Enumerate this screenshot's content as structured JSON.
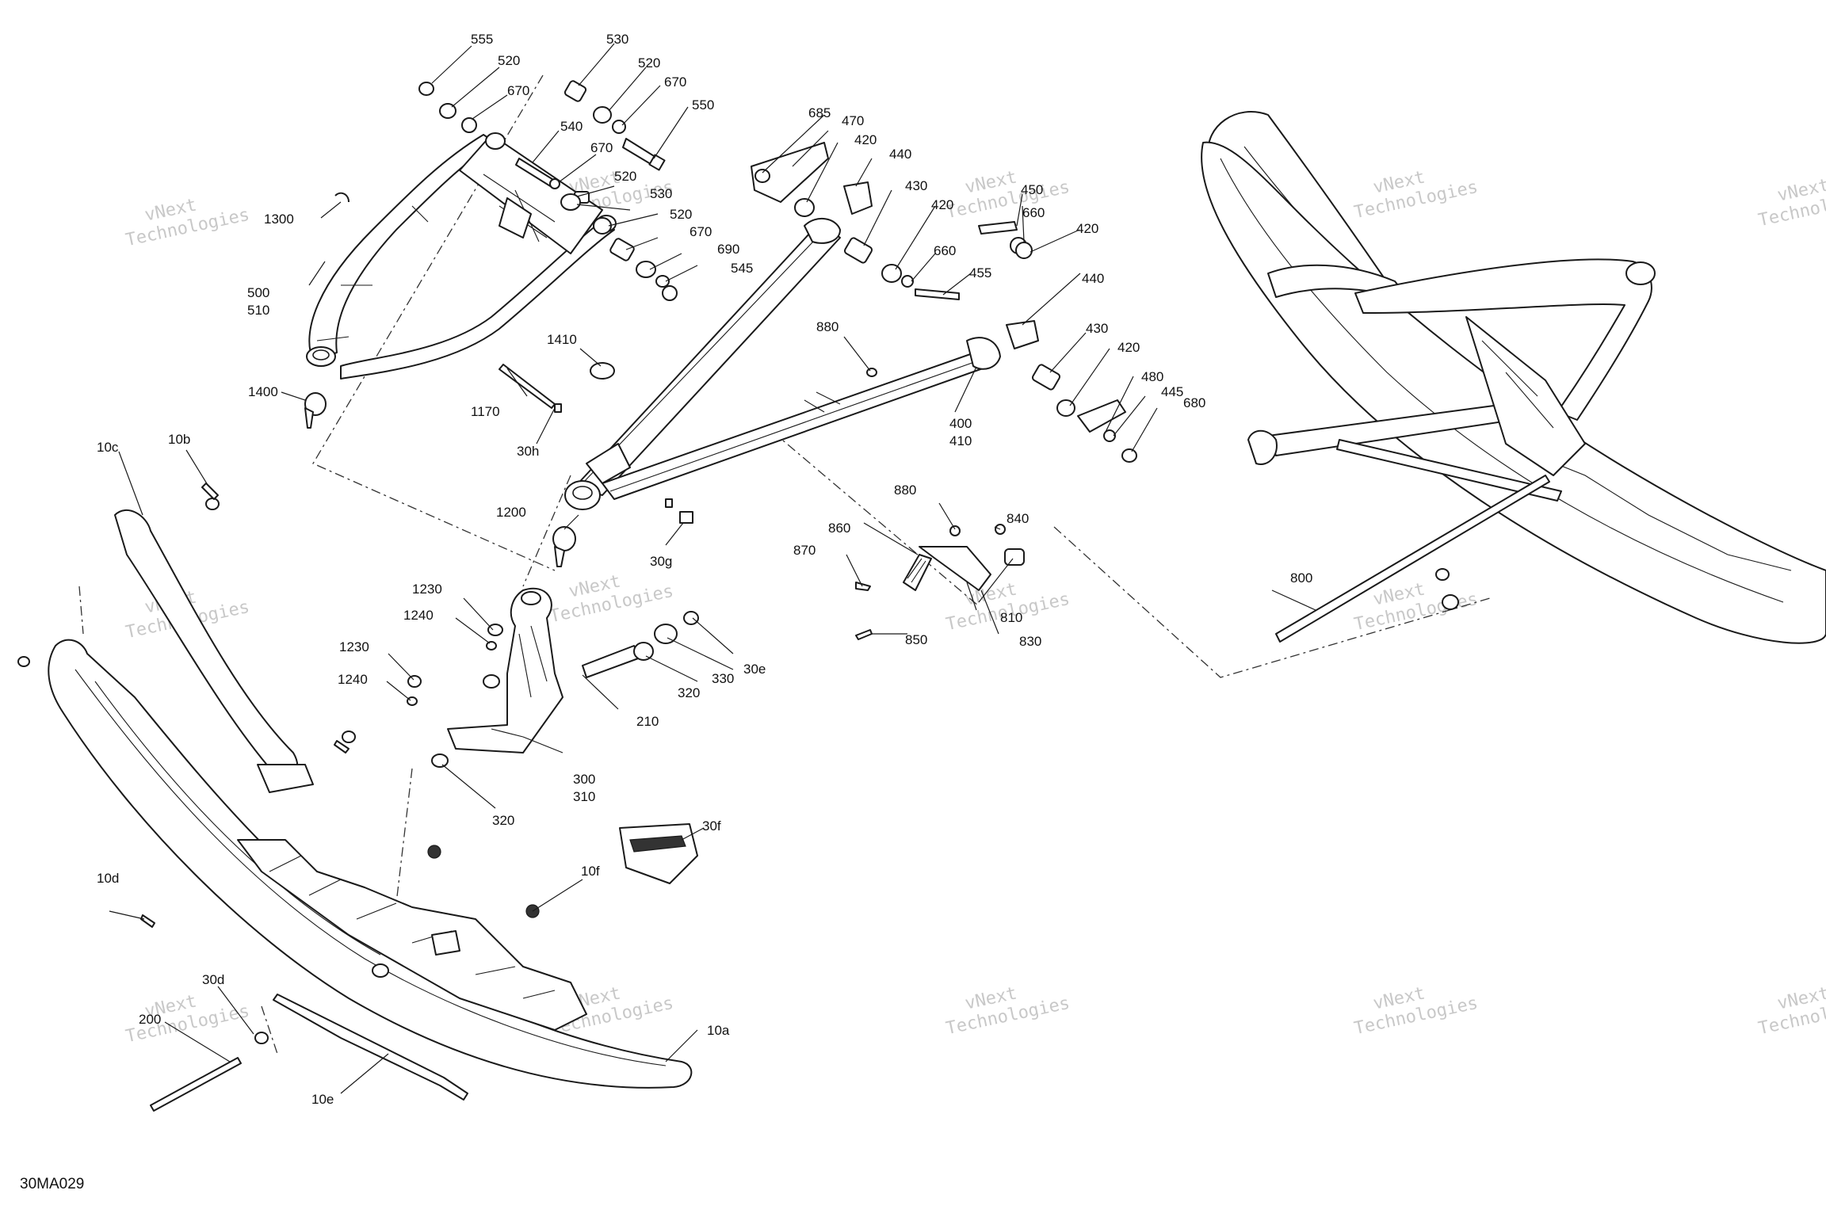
{
  "drawing": {
    "code": "30MA029",
    "watermark_line1": "vNext",
    "watermark_line2": "Technologies",
    "callouts": [
      {
        "id": "c555",
        "text": "555"
      },
      {
        "id": "c520a",
        "text": "520"
      },
      {
        "id": "c670a",
        "text": "670"
      },
      {
        "id": "c530",
        "text": "530"
      },
      {
        "id": "c520b",
        "text": "520"
      },
      {
        "id": "c670b",
        "text": "670"
      },
      {
        "id": "c550",
        "text": "550"
      },
      {
        "id": "c540",
        "text": "540"
      },
      {
        "id": "c670c",
        "text": "670"
      },
      {
        "id": "c520c",
        "text": "520"
      },
      {
        "id": "c530b",
        "text": "530"
      },
      {
        "id": "c520d",
        "text": "520"
      },
      {
        "id": "c670d",
        "text": "670"
      },
      {
        "id": "c690",
        "text": "690"
      },
      {
        "id": "c545",
        "text": "545"
      },
      {
        "id": "c1300",
        "text": "1300"
      },
      {
        "id": "c500",
        "text": "500"
      },
      {
        "id": "c510",
        "text": "510"
      },
      {
        "id": "c1400",
        "text": "1400"
      },
      {
        "id": "c685",
        "text": "685"
      },
      {
        "id": "c470",
        "text": "470"
      },
      {
        "id": "c420a",
        "text": "420"
      },
      {
        "id": "c440a",
        "text": "440"
      },
      {
        "id": "c430a",
        "text": "430"
      },
      {
        "id": "c420b",
        "text": "420"
      },
      {
        "id": "c450",
        "text": "450"
      },
      {
        "id": "c660a",
        "text": "660"
      },
      {
        "id": "c660b",
        "text": "660"
      },
      {
        "id": "c420c",
        "text": "420"
      },
      {
        "id": "c455",
        "text": "455"
      },
      {
        "id": "c440b",
        "text": "440"
      },
      {
        "id": "c430b",
        "text": "430"
      },
      {
        "id": "c420d",
        "text": "420"
      },
      {
        "id": "c480",
        "text": "480"
      },
      {
        "id": "c445",
        "text": "445"
      },
      {
        "id": "c680",
        "text": "680"
      },
      {
        "id": "c880a",
        "text": "880"
      },
      {
        "id": "c400",
        "text": "400"
      },
      {
        "id": "c410",
        "text": "410"
      },
      {
        "id": "c1410",
        "text": "1410"
      },
      {
        "id": "c1170",
        "text": "1170"
      },
      {
        "id": "c30h",
        "text": "30h"
      },
      {
        "id": "c10c",
        "text": "10c"
      },
      {
        "id": "c10b",
        "text": "10b"
      },
      {
        "id": "c1200",
        "text": "1200"
      },
      {
        "id": "c30g",
        "text": "30g"
      },
      {
        "id": "c880b",
        "text": "880"
      },
      {
        "id": "c860",
        "text": "860"
      },
      {
        "id": "c840",
        "text": "840"
      },
      {
        "id": "c870",
        "text": "870"
      },
      {
        "id": "c810",
        "text": "810"
      },
      {
        "id": "c850",
        "text": "850"
      },
      {
        "id": "c830",
        "text": "830"
      },
      {
        "id": "c1230a",
        "text": "1230"
      },
      {
        "id": "c1240a",
        "text": "1240"
      },
      {
        "id": "c1230b",
        "text": "1230"
      },
      {
        "id": "c1240b",
        "text": "1240"
      },
      {
        "id": "c330",
        "text": "330"
      },
      {
        "id": "c30e",
        "text": "30e"
      },
      {
        "id": "c320a",
        "text": "320"
      },
      {
        "id": "c210",
        "text": "210"
      },
      {
        "id": "c300",
        "text": "300"
      },
      {
        "id": "c310",
        "text": "310"
      },
      {
        "id": "c320b",
        "text": "320"
      },
      {
        "id": "c30f",
        "text": "30f"
      },
      {
        "id": "c10d",
        "text": "10d"
      },
      {
        "id": "c10f",
        "text": "10f"
      },
      {
        "id": "c30d",
        "text": "30d"
      },
      {
        "id": "c200",
        "text": "200"
      },
      {
        "id": "c10a",
        "text": "10a"
      },
      {
        "id": "c10e",
        "text": "10e"
      },
      {
        "id": "c800",
        "text": "800"
      }
    ]
  }
}
